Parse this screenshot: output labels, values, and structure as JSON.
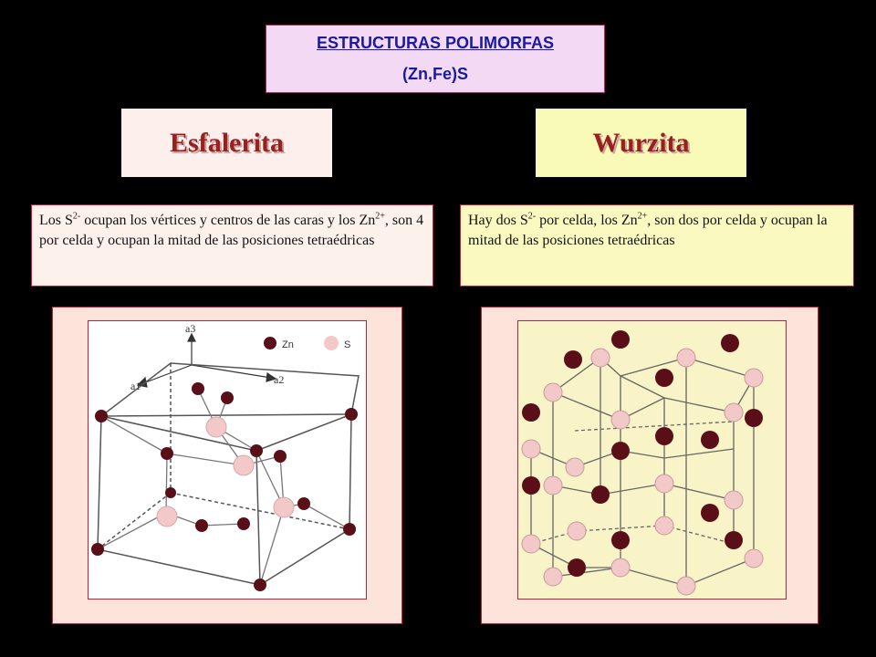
{
  "title": {
    "line1": "ESTRUCTURAS POLIMORFAS",
    "line2": "(Zn,Fe)S"
  },
  "structures": [
    {
      "name": "Esfalerita",
      "description_parts": [
        "Los S",
        "2-",
        " ocupan los vértices y centros de las caras y  los  Zn",
        "2+",
        ", son 4  por celda y ocupan  la mitad de las posiciones tetraédricas"
      ]
    },
    {
      "name": "Wurzita",
      "description_parts": [
        "Hay dos S",
        "2-",
        " por celda, los Zn",
        "2+",
        ", son dos por celda y ocupan la mitad de las posiciones tetraédricas"
      ]
    }
  ],
  "diagram_left": {
    "axis_labels": [
      "a3",
      "a2",
      "a1"
    ],
    "legend": [
      {
        "symbol": "dark-sphere",
        "label": "Zn"
      },
      {
        "symbol": "light-sphere",
        "label": "S"
      }
    ]
  },
  "colors": {
    "zn_atom": "#5a0f18",
    "s_atom": "#f2c8c8",
    "title_text": "#1a1aa0",
    "name_text": "#9a2020",
    "border": "#c02040"
  }
}
